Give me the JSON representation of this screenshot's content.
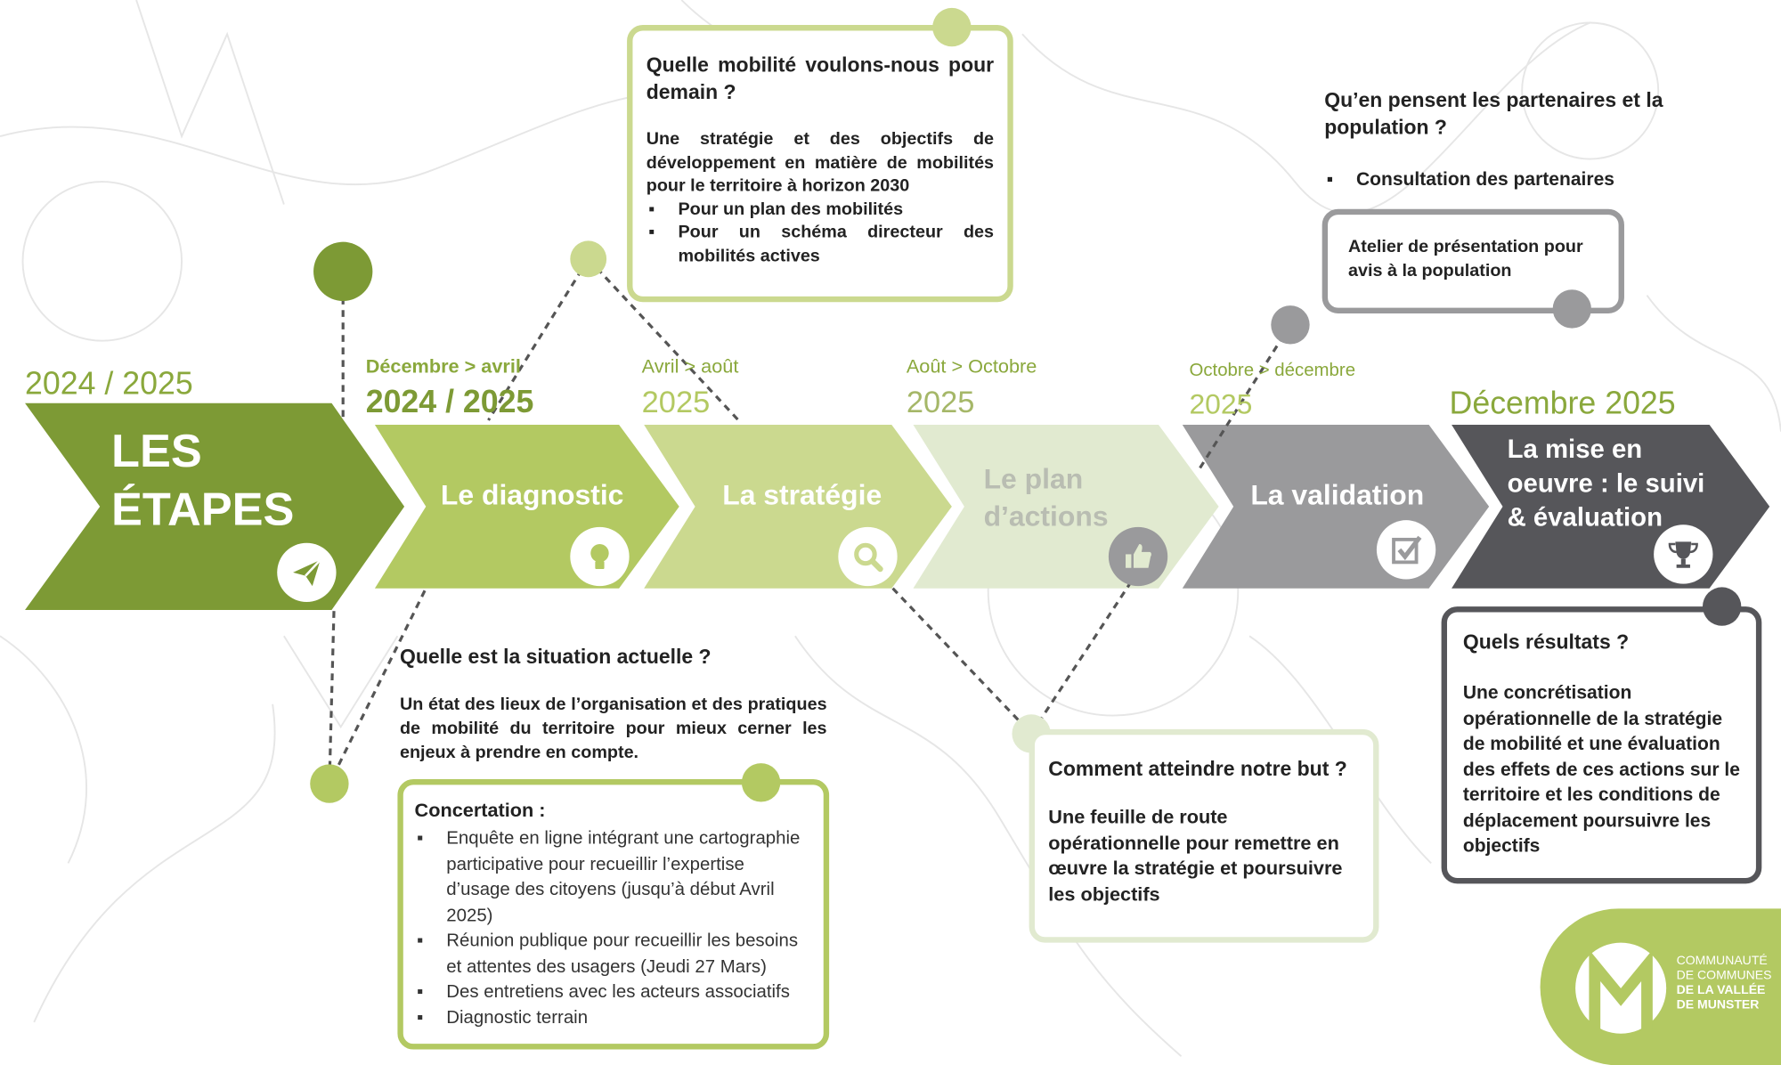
{
  "colors": {
    "dark_green": "#7d9a35",
    "mid_green": "#b3c962",
    "light_green": "#cbd98f",
    "pale_green": "#e1ead0",
    "mid_grey": "#9a9a9c",
    "dark_grey": "#56565a"
  },
  "steps": [
    {
      "title_line1": "LES",
      "title_line2": "ÉTAPES",
      "date": "2024 / 2025",
      "icon": "paper-plane-icon"
    },
    {
      "label": "Le diagnostic",
      "date_range": "Décembre > avril",
      "year": "2024 / 2025",
      "icon": "lightbulb-icon"
    },
    {
      "label": "La stratégie",
      "date_range": "Avril > août",
      "year": "2025",
      "icon": "magnifier-icon"
    },
    {
      "label_line1": "Le plan",
      "label_line2": "d’actions",
      "date_range": "Août > Octobre",
      "year": "2025",
      "icon": "thumbs-up-icon"
    },
    {
      "label": "La validation",
      "date_range": "Octobre > décembre",
      "year": "2025",
      "icon": "checkbox-icon"
    },
    {
      "label_line1": "La mise en",
      "label_line2": "oeuvre : le suivi",
      "label_line3": "& évaluation",
      "date": "Décembre 2025",
      "icon": "trophy-icon"
    }
  ],
  "strategy_box": {
    "question": "Quelle mobilité voulons-nous pour demain ?",
    "text": "Une stratégie et des objectifs de développement en matière de mobilités pour le territoire à horizon 2030",
    "bullets": [
      "Pour un plan des mobilités",
      "Pour un schéma directeur des mobilités actives"
    ]
  },
  "validation_box": {
    "question": "Qu’en pensent les partenaires et la population ?",
    "bullet": "Consultation des partenaires",
    "atelier": "Atelier de présentation pour avis à la population"
  },
  "diagnostic_box": {
    "question": "Quelle est la situation actuelle ?",
    "text": "Un état des lieux de l’organisation et des pratiques de mobilité du territoire pour mieux cerner les enjeux à prendre en compte.",
    "concertation_title": "Concertation :",
    "concertation_items": [
      "Enquête en ligne intégrant une cartographie participative pour recueillir l’expertise d’usage des citoyens  (jusqu’à début Avril 2025)",
      "Réunion publique pour recueillir les besoins et attentes des usagers (Jeudi 27 Mars)",
      "Des entretiens avec les acteurs associatifs",
      "Diagnostic terrain"
    ]
  },
  "plan_box": {
    "question": "Comment atteindre notre but ?",
    "text": "Une feuille de route opérationnelle pour remettre en œuvre la stratégie et poursuivre les objectifs"
  },
  "results_box": {
    "question": "Quels résultats ?",
    "text": "Une concrétisation opérationnelle de la stratégie de mobilité et une évaluation des effets de ces actions sur le territoire et les conditions de déplacement poursuivre les objectifs"
  },
  "logo": {
    "line1": "COMMUNAUTÉ",
    "line2": "DE COMMUNES",
    "line3": "DE LA VALLÉE",
    "line4": "DE MUNSTER"
  }
}
